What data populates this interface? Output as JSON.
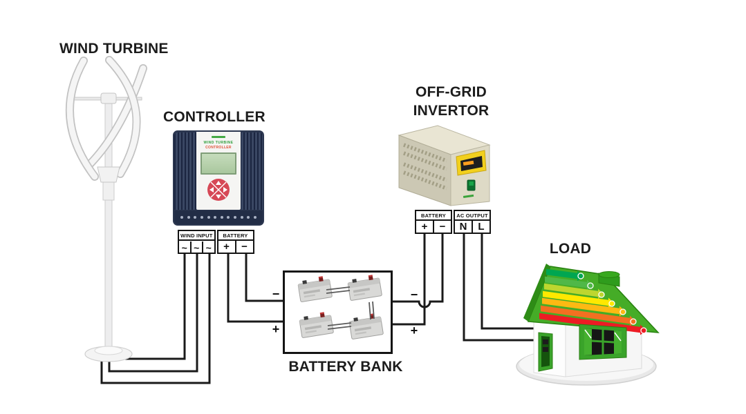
{
  "labels": {
    "wind_turbine": "WIND TURBINE",
    "controller": "CONTROLLER",
    "inverter_line1": "OFF-GRID",
    "inverter_line2": "INVERTOR",
    "battery_bank": "BATTERY BANK",
    "load": "LOAD"
  },
  "controller_device": {
    "screen_line1": "WIND TURBINE",
    "screen_line2": "CONTROLLER"
  },
  "controller_terminals": {
    "groups": [
      {
        "label": "WIND INPUT",
        "cells": [
          "~",
          "~",
          "~"
        ]
      },
      {
        "label": "BATTERY",
        "cells": [
          "+",
          "−"
        ]
      }
    ]
  },
  "inverter_terminals": {
    "groups": [
      {
        "label": "BATTERY",
        "cells": [
          "+",
          "−"
        ]
      },
      {
        "label": "AC OUTPUT",
        "cells": [
          "N",
          "L"
        ]
      }
    ]
  },
  "wire_labels": {
    "controller_to_bank_minus": "−",
    "controller_to_bank_plus": "+",
    "bank_to_inverter_minus": "−",
    "bank_to_inverter_plus": "+"
  },
  "colors": {
    "wire": "#1a1a1a",
    "controller_body": "#2c3750",
    "controller_lcd": "#b9d2ae",
    "controller_keypad": "#d64856",
    "inverter_body": "#dedac6",
    "inverter_display_panel": "#f2d01e",
    "roof_green": "#45ac27",
    "energy_arrow_colors": [
      "#00a651",
      "#50b848",
      "#bed62f",
      "#ffe800",
      "#fdb913",
      "#f37021",
      "#ed1c24"
    ]
  }
}
